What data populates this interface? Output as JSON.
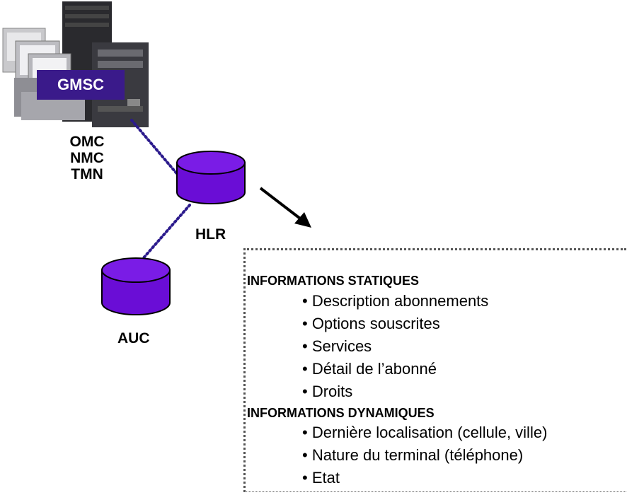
{
  "devices": {
    "gmsc_label": "GMSC",
    "management_labels": [
      "OMC",
      "NMC",
      "TMN"
    ],
    "hlr_label": "HLR",
    "auc_label": "AUC"
  },
  "info_box": {
    "static_title": "INFORMATIONS STATIQUES",
    "static_items": [
      "• Description abonnements",
      "• Options souscrites",
      "• Services",
      "• Détail de l’abonné",
      "• Droits"
    ],
    "dynamic_title": "INFORMATIONS DYNAMIQUES",
    "dynamic_items": [
      "• Dernière localisation (cellule, ville)",
      "• Nature du terminal (téléphone)",
      "• Etat"
    ]
  },
  "colors": {
    "database_fill": "#6a0dd6",
    "database_stroke": "#000000",
    "gmsc_badge": "#3a1a8a",
    "link_dots": "#2b1a8c"
  }
}
